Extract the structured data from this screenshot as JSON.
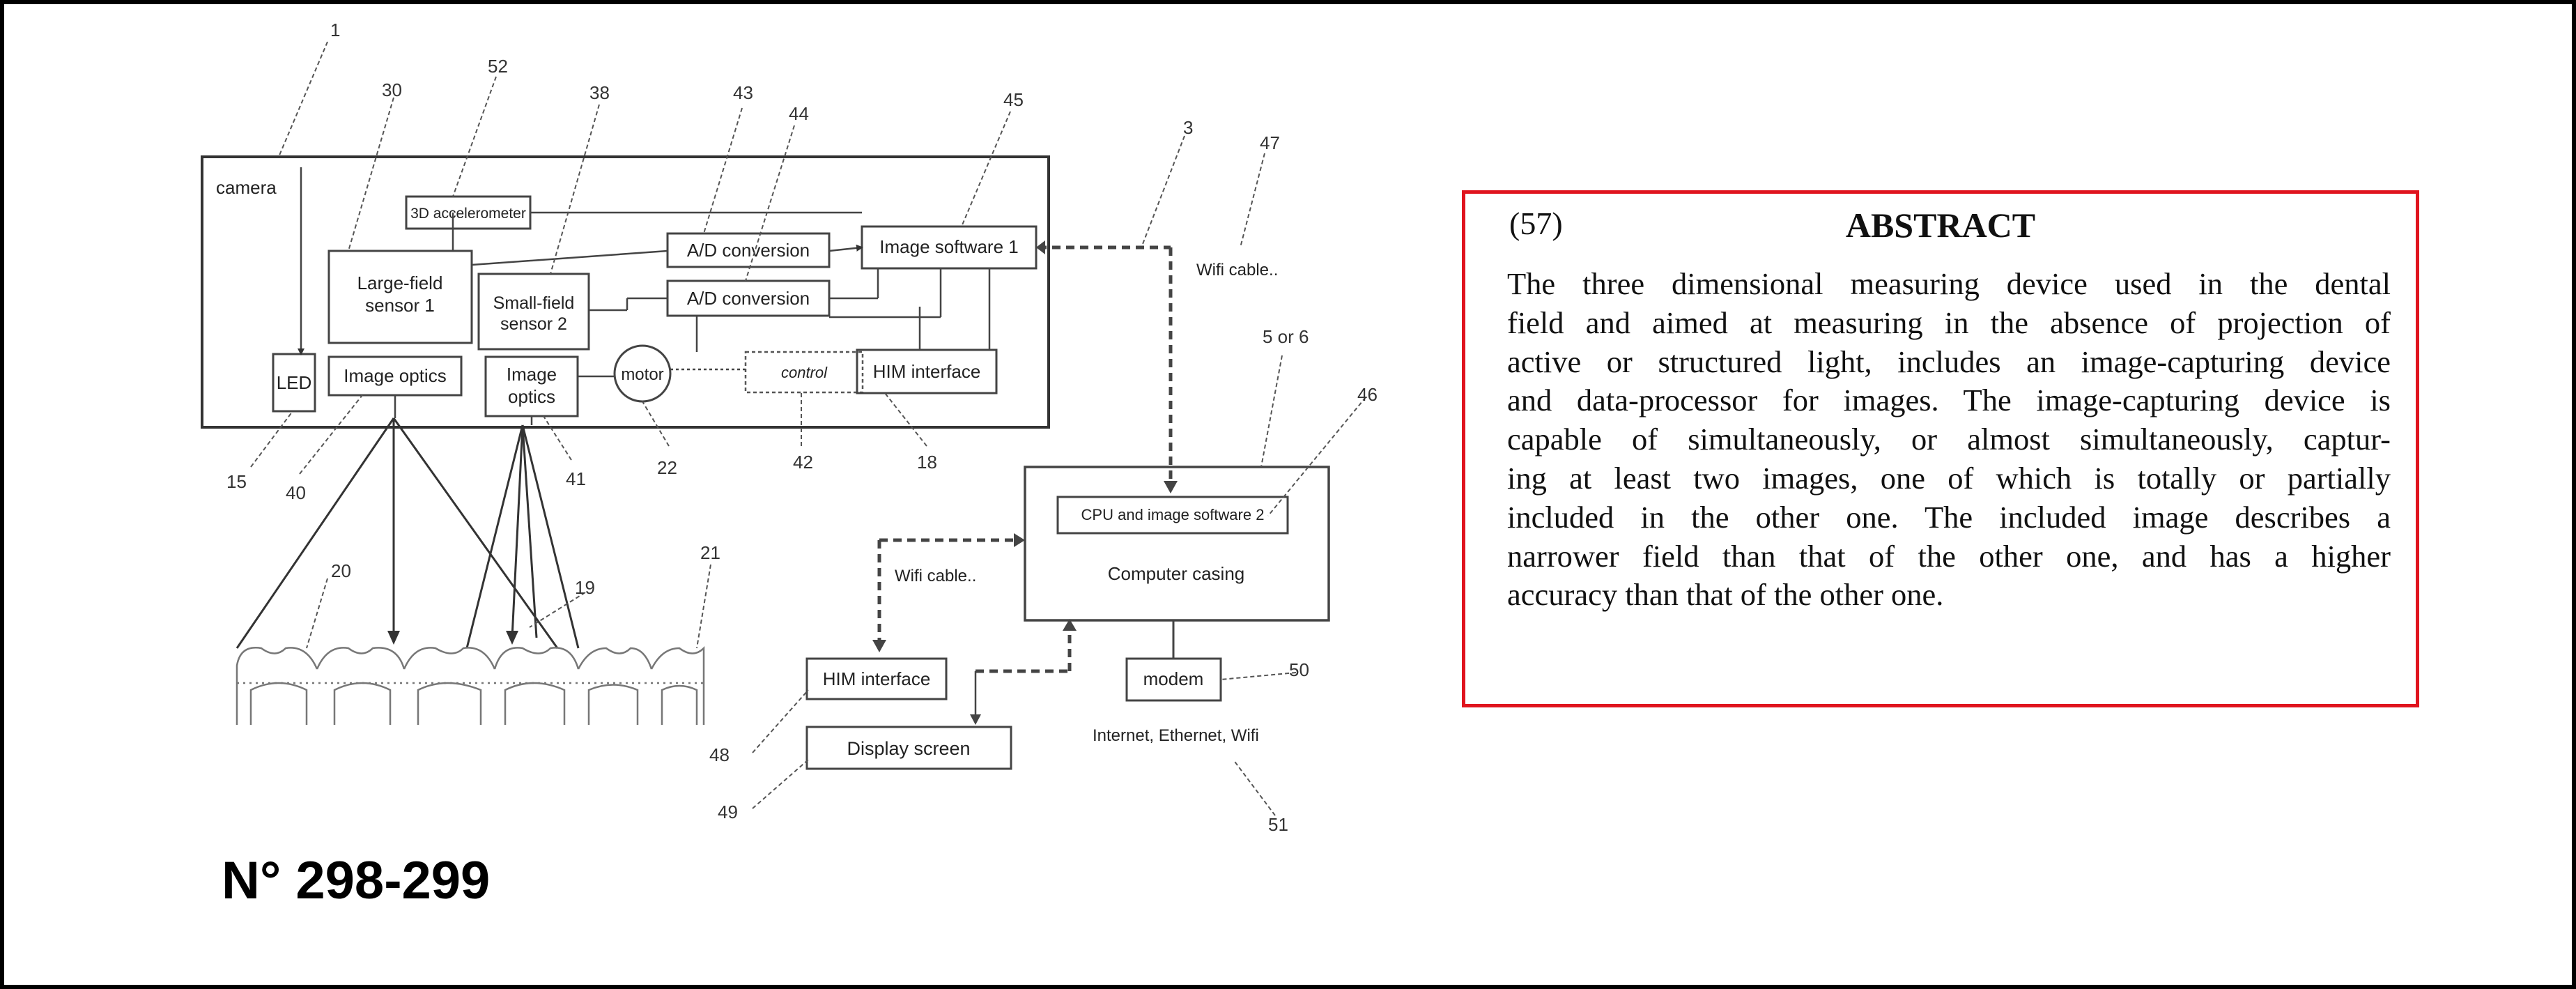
{
  "document_number": "N° 298-299",
  "abstract": {
    "number": "(57)",
    "title": "ABSTRACT",
    "lines": [
      "The three dimensional measuring device used in the dental",
      "field and aimed at measuring in the absence of projection of",
      "active or structured light, includes an image-capturing device",
      "and data-processor for images. The image-capturing device is",
      "capable of simultaneously, or almost simultaneously, captur-",
      "ing at least two images, one of which is totally or partially",
      "included in the other one. The included image describes a",
      "narrower field than that of the other one, and has a higher",
      "accuracy than that of the other one."
    ]
  },
  "diagram": {
    "camera_label": "camera",
    "accelerometer": "3D accelerometer",
    "large_field_sensor": [
      "Large-field",
      "sensor 1"
    ],
    "small_field_sensor": [
      "Small-field",
      "sensor 2"
    ],
    "ad_conversion_1": "A/D conversion",
    "ad_conversion_2": "A/D conversion",
    "image_software_1": "Image software 1",
    "led": "LED",
    "image_optics_1": "Image optics",
    "image_optics_2": [
      "Image",
      "optics"
    ],
    "motor": "motor",
    "control": "control",
    "him_interface_camera": "HIM interface",
    "wifi_cable_top": "Wifi cable..",
    "cpu_software": "CPU and image software 2",
    "computer_casing": "Computer casing",
    "wifi_cable_left": "Wifi cable..",
    "him_interface_pc": "HIM interface",
    "display_screen": "Display screen",
    "modem": "modem",
    "internet": "Internet, Ethernet, Wifi",
    "refs": {
      "r1": "1",
      "r52": "52",
      "r30": "30",
      "r38": "38",
      "r43": "43",
      "r44": "44",
      "r45": "45",
      "r3": "3",
      "r47": "47",
      "r5or6": "5 or 6",
      "r46": "46",
      "r15": "15",
      "r40": "40",
      "r41": "41",
      "r22": "22",
      "r42": "42",
      "r18": "18",
      "r20": "20",
      "r19": "19",
      "r21": "21",
      "r48": "48",
      "r49": "49",
      "r50": "50",
      "r51": "51"
    }
  }
}
